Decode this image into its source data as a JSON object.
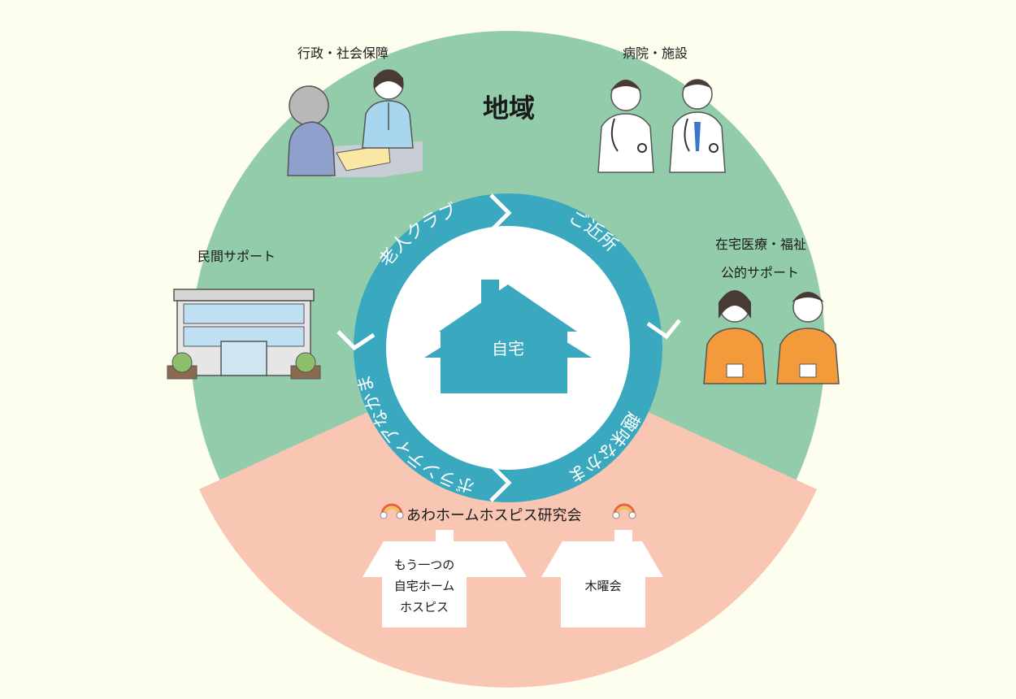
{
  "region_label": "地域",
  "center_home": "自宅",
  "ring_segments": [
    "ご近所",
    "趣味なかま",
    "ボランティアなかま",
    "老人クラブ"
  ],
  "outer_groups": {
    "admin": "行政・社会保障",
    "hospital": "病院・施設",
    "homecare_line1": "在宅医療・福祉",
    "homecare_line2": "公的サポート",
    "private": "民間サポート"
  },
  "hospice": {
    "org_name": "あわホームホスピス研究会",
    "house1_lines": [
      "もう一つの",
      "自宅ホーム",
      "ホスピス"
    ],
    "house2_label": "木曜会"
  },
  "colors": {
    "background": "#fefeee",
    "region_green": "#93ccaa",
    "hospice_pink": "#f8c6b3",
    "ring_teal": "#3aa9bf",
    "house_white": "#ffffff"
  }
}
